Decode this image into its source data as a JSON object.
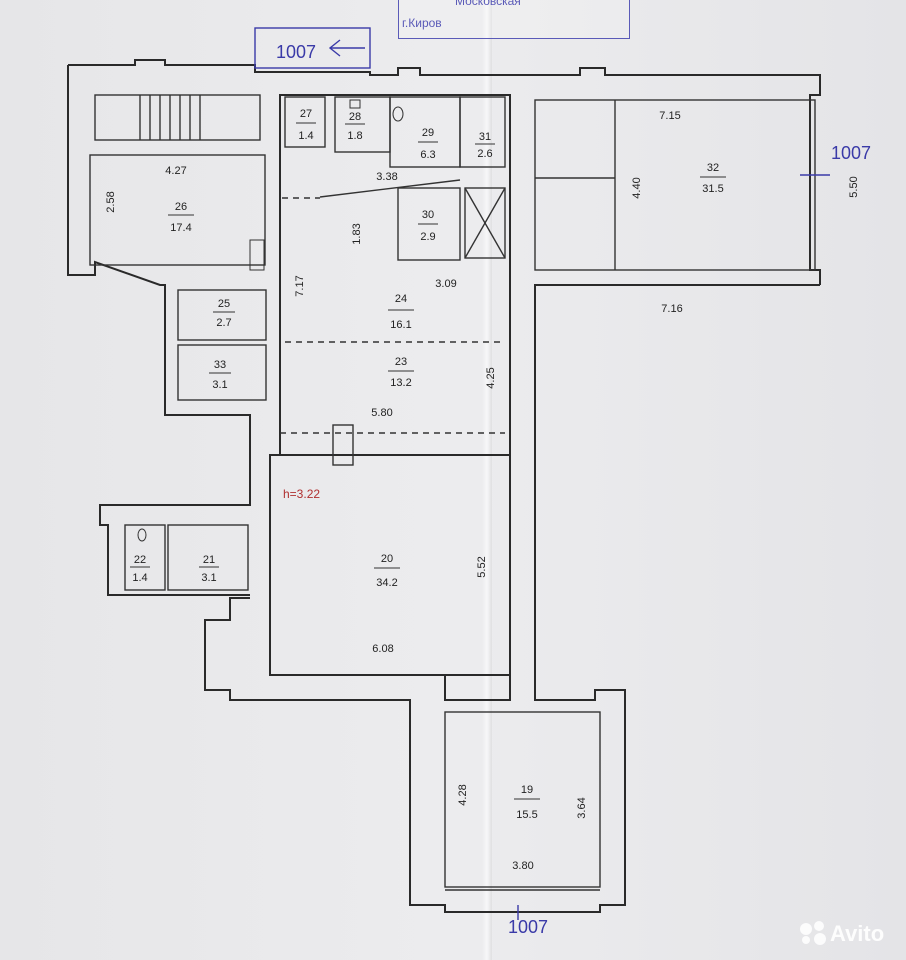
{
  "stamp": {
    "line1": "Московская",
    "city": "г.Киров"
  },
  "inventory_numbers": [
    "1007",
    "1007",
    "1007"
  ],
  "height_note": "h=3.22",
  "rooms": [
    {
      "num": "27",
      "area": "1.4"
    },
    {
      "num": "28",
      "area": "1.8"
    },
    {
      "num": "29",
      "area": "6.3"
    },
    {
      "num": "31",
      "area": "2.6"
    },
    {
      "num": "32",
      "area": "31.5"
    },
    {
      "num": "26",
      "area": "17.4"
    },
    {
      "num": "30",
      "area": "2.9"
    },
    {
      "num": "24",
      "area": "16.1"
    },
    {
      "num": "25",
      "area": "2.7"
    },
    {
      "num": "33",
      "area": "3.1"
    },
    {
      "num": "23",
      "area": "13.2"
    },
    {
      "num": "22",
      "area": "1.4"
    },
    {
      "num": "21",
      "area": "3.1"
    },
    {
      "num": "20",
      "area": "34.2"
    },
    {
      "num": "19",
      "area": "15.5"
    }
  ],
  "dimensions": [
    "7.15",
    "4.27",
    "2.58",
    "3.38",
    "4.40",
    "5.50",
    "1.83",
    "3.09",
    "7.17",
    "7.16",
    "4.25",
    "5.80",
    "5.52",
    "6.08",
    "4.28",
    "3.64",
    "3.80"
  ],
  "watermark": {
    "text": "Avito"
  }
}
